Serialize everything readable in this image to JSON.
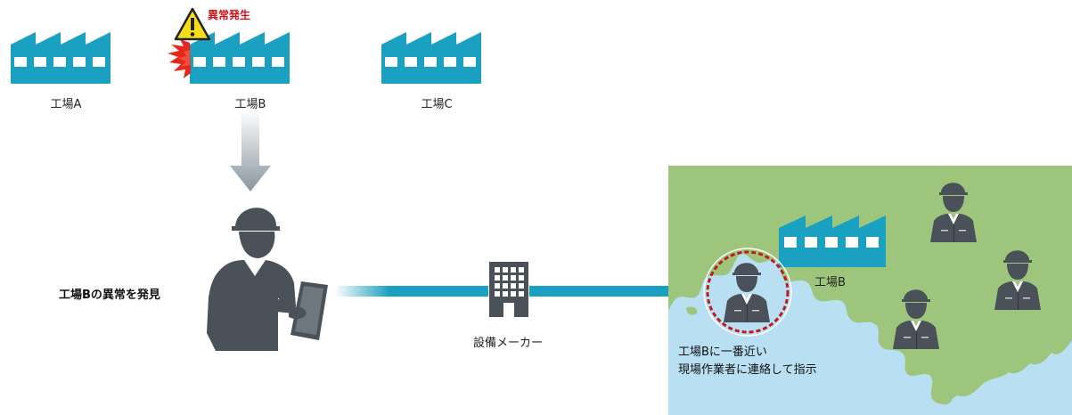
{
  "factories": [
    {
      "label": "工場A"
    },
    {
      "label": "工場B"
    },
    {
      "label": "工場C"
    }
  ],
  "alert": {
    "text": "異常発生"
  },
  "worker_caption": "工場Bの異常を発見",
  "maker_caption": "設備メーカー",
  "map": {
    "factory_label": "工場B",
    "instruction_line1": "工場Bに一番近い",
    "instruction_line2": "現場作業者に連絡して指示"
  },
  "colors": {
    "factory": "#1aa0c0",
    "alert_red": "#d0111b",
    "land": "#9dc57b",
    "sea": "#b8e0f2",
    "person": "#4a5158",
    "arrow_gray": "#8a959e",
    "arrow_teal": "#1aa0c0"
  }
}
